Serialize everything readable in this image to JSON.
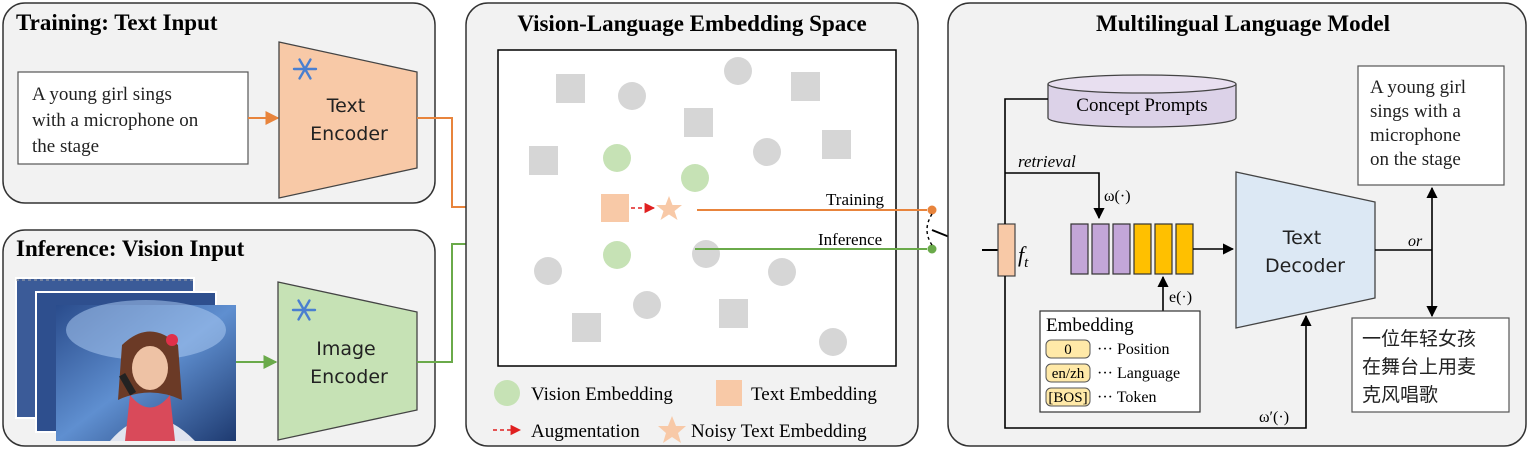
{
  "panels": {
    "training_text_input": {
      "title": "Training: Text Input",
      "caption_lines": [
        "A young girl sings",
        "with a microphone on",
        "the stage"
      ],
      "encoder_lines": [
        "Text",
        "Encoder"
      ]
    },
    "inference_vision_input": {
      "title": "Inference: Vision Input",
      "encoder_lines": [
        "Image",
        "Encoder"
      ]
    },
    "embedding_space": {
      "title": "Vision-Language Embedding Space",
      "training_label": "Training",
      "inference_label": "Inference",
      "legend": {
        "vision": "Vision Embedding",
        "text": "Text Embedding",
        "augmentation": "Augmentation",
        "noisy": "Noisy Text Embedding"
      }
    },
    "language_model": {
      "title": "Multilingual Language Model",
      "concept_prompts": "Concept Prompts",
      "retrieval": "retrieval",
      "omega": "ω(·)",
      "omega_prime": "ω′(·)",
      "f_t": "f",
      "f_t_sub": "t",
      "e_fn": "e(·)",
      "decoder_lines": [
        "Text",
        "Decoder"
      ],
      "or_label": "or",
      "embedding": {
        "title": "Embedding",
        "rows": [
          {
            "tag": "0",
            "label": "··· Position"
          },
          {
            "tag": "en/zh",
            "label": "··· Language"
          },
          {
            "tag": "[BOS]",
            "label": "··· Token"
          }
        ]
      },
      "output_en_lines": [
        "A young girl",
        "sings with a",
        "microphone",
        "on the stage"
      ],
      "output_zh_lines": [
        "一位年轻女孩",
        "在舞台上用麦",
        "克风唱歌"
      ]
    }
  },
  "colors": {
    "text_encoder": "#f8c9a7",
    "image_encoder": "#c6e2b5",
    "decoder": "#dce8f4",
    "training_line": "#e8843c",
    "inference_line": "#6aaa4a",
    "vision_dot": "#c6e2b5",
    "text_square": "#f8c9a7",
    "grey_shape": "#d6d6d6",
    "purple_token": "#c3a6d8",
    "yellow_token": "#ffc000",
    "augmentation": "#e02020"
  },
  "icons": [
    "snowflake-icon",
    "snowflake-icon",
    "star-icon",
    "database-cylinder-icon"
  ]
}
